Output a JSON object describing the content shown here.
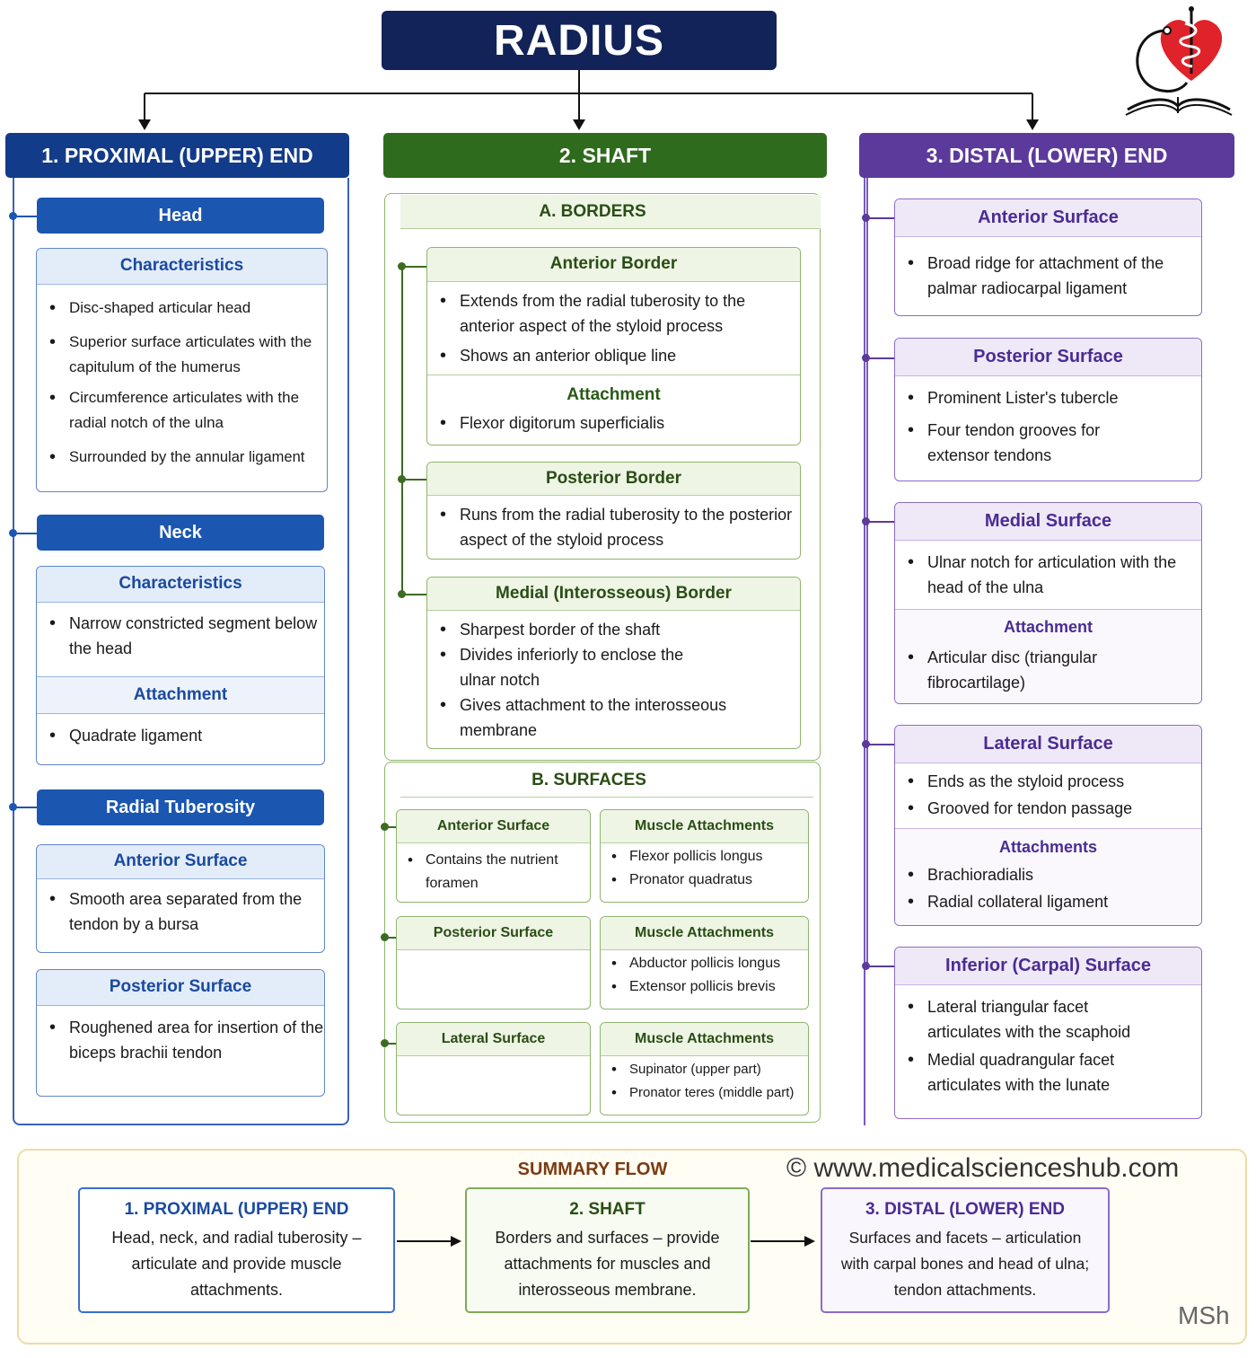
{
  "title": "RADIUS",
  "colors": {
    "navy": "#12235a",
    "blue": "#1b56b0",
    "green": "#2e6b1d",
    "purple": "#5b3a9c",
    "logo_heart": "#e0222a"
  },
  "logo": {
    "icon": "heart-stethoscope-book-logo"
  },
  "proximal": {
    "heading": "1. PROXIMAL (UPPER) END",
    "head": {
      "label": "Head",
      "characteristics_title": "Characteristics",
      "items": [
        "Disc-shaped articular head",
        "Superior surface articulates with the capitulum of the humerus",
        "Circumference articulates with the radial notch of the ulna",
        "Surrounded by the annular ligament"
      ]
    },
    "neck": {
      "label": "Neck",
      "characteristics_title": "Characteristics",
      "items": [
        "Narrow constricted segment below the head"
      ],
      "attachment_title": "Attachment",
      "attachment_items": [
        "Quadrate ligament"
      ]
    },
    "tuberosity": {
      "label": "Radial Tuberosity",
      "anterior_title": "Anterior Surface",
      "anterior_items": [
        "Smooth area separated from the tendon by a bursa"
      ],
      "posterior_title": "Posterior Surface",
      "posterior_items": [
        "Roughened area for insertion of the biceps brachii tendon"
      ]
    }
  },
  "shaft": {
    "heading": "2. SHAFT",
    "borders_title": "A. BORDERS",
    "anterior_border": {
      "title": "Anterior Border",
      "items": [
        "Extends from the radial tuberosity to the anterior aspect of the styloid process",
        "Shows an anterior oblique line"
      ],
      "attachment_title": "Attachment",
      "attachment_items": [
        "Flexor digitorum superficialis"
      ]
    },
    "posterior_border": {
      "title": "Posterior Border",
      "items": [
        "Runs from the radial tuberosity to the posterior aspect of the styloid process"
      ]
    },
    "medial_border": {
      "title": "Medial (Interosseous) Border",
      "items": [
        "Sharpest border of the shaft",
        "Divides inferiorly to enclose the ulnar notch",
        "Gives attachment to the interosseous membrane"
      ]
    },
    "surfaces_title": "B. SURFACES",
    "anterior_surface": {
      "title": "Anterior Surface",
      "items": [
        "Contains the nutrient foramen"
      ],
      "muscles_title": "Muscle Attachments",
      "muscles": [
        "Flexor pollicis longus",
        "Pronator quadratus"
      ]
    },
    "posterior_surface": {
      "title": "Posterior Surface",
      "muscles_title": "Muscle Attachments",
      "muscles": [
        "Abductor pollicis longus",
        "Extensor pollicis brevis"
      ]
    },
    "lateral_surface": {
      "title": "Lateral Surface",
      "muscles_title": "Muscle Attachments",
      "muscles": [
        "Supinator (upper part)",
        "Pronator teres (middle part)"
      ]
    }
  },
  "distal": {
    "heading": "3. DISTAL (LOWER) END",
    "anterior": {
      "title": "Anterior Surface",
      "items": [
        "Broad ridge for attachment of the palmar radiocarpal ligament"
      ]
    },
    "posterior": {
      "title": "Posterior Surface",
      "items": [
        "Prominent Lister's tubercle",
        "Four tendon grooves for extensor tendons"
      ]
    },
    "medial": {
      "title": "Medial Surface",
      "items": [
        "Ulnar notch for articulation with the head of the ulna"
      ],
      "attachment_title": "Attachment",
      "attachment_items": [
        "Articular disc (triangular fibrocartilage)"
      ]
    },
    "lateral": {
      "title": "Lateral Surface",
      "items": [
        "Ends as the styloid process",
        "Grooved for tendon passage"
      ],
      "attachment_title": "Attachments",
      "attachment_items": [
        "Brachioradialis",
        "Radial collateral ligament"
      ]
    },
    "inferior": {
      "title": "Inferior (Carpal) Surface",
      "items": [
        "Lateral triangular facet articulates with the scaphoid",
        "Medial quadrangular facet articulates with the lunate"
      ]
    }
  },
  "summary": {
    "title": "SUMMARY FLOW",
    "copyright": "© www.medicalscienceshub.com",
    "signature": "MSh",
    "steps": [
      {
        "title": "1. PROXIMAL (UPPER) END",
        "text": "Head, neck, and radial tuberosity – articulate and provide muscle attachments."
      },
      {
        "title": "2. SHAFT",
        "text": "Borders and surfaces – provide attachments for muscles and interosseous membrane."
      },
      {
        "title": "3. DISTAL (LOWER) END",
        "text": "Surfaces and facets – articulation with carpal bones and head of ulna; tendon attachments."
      }
    ]
  }
}
